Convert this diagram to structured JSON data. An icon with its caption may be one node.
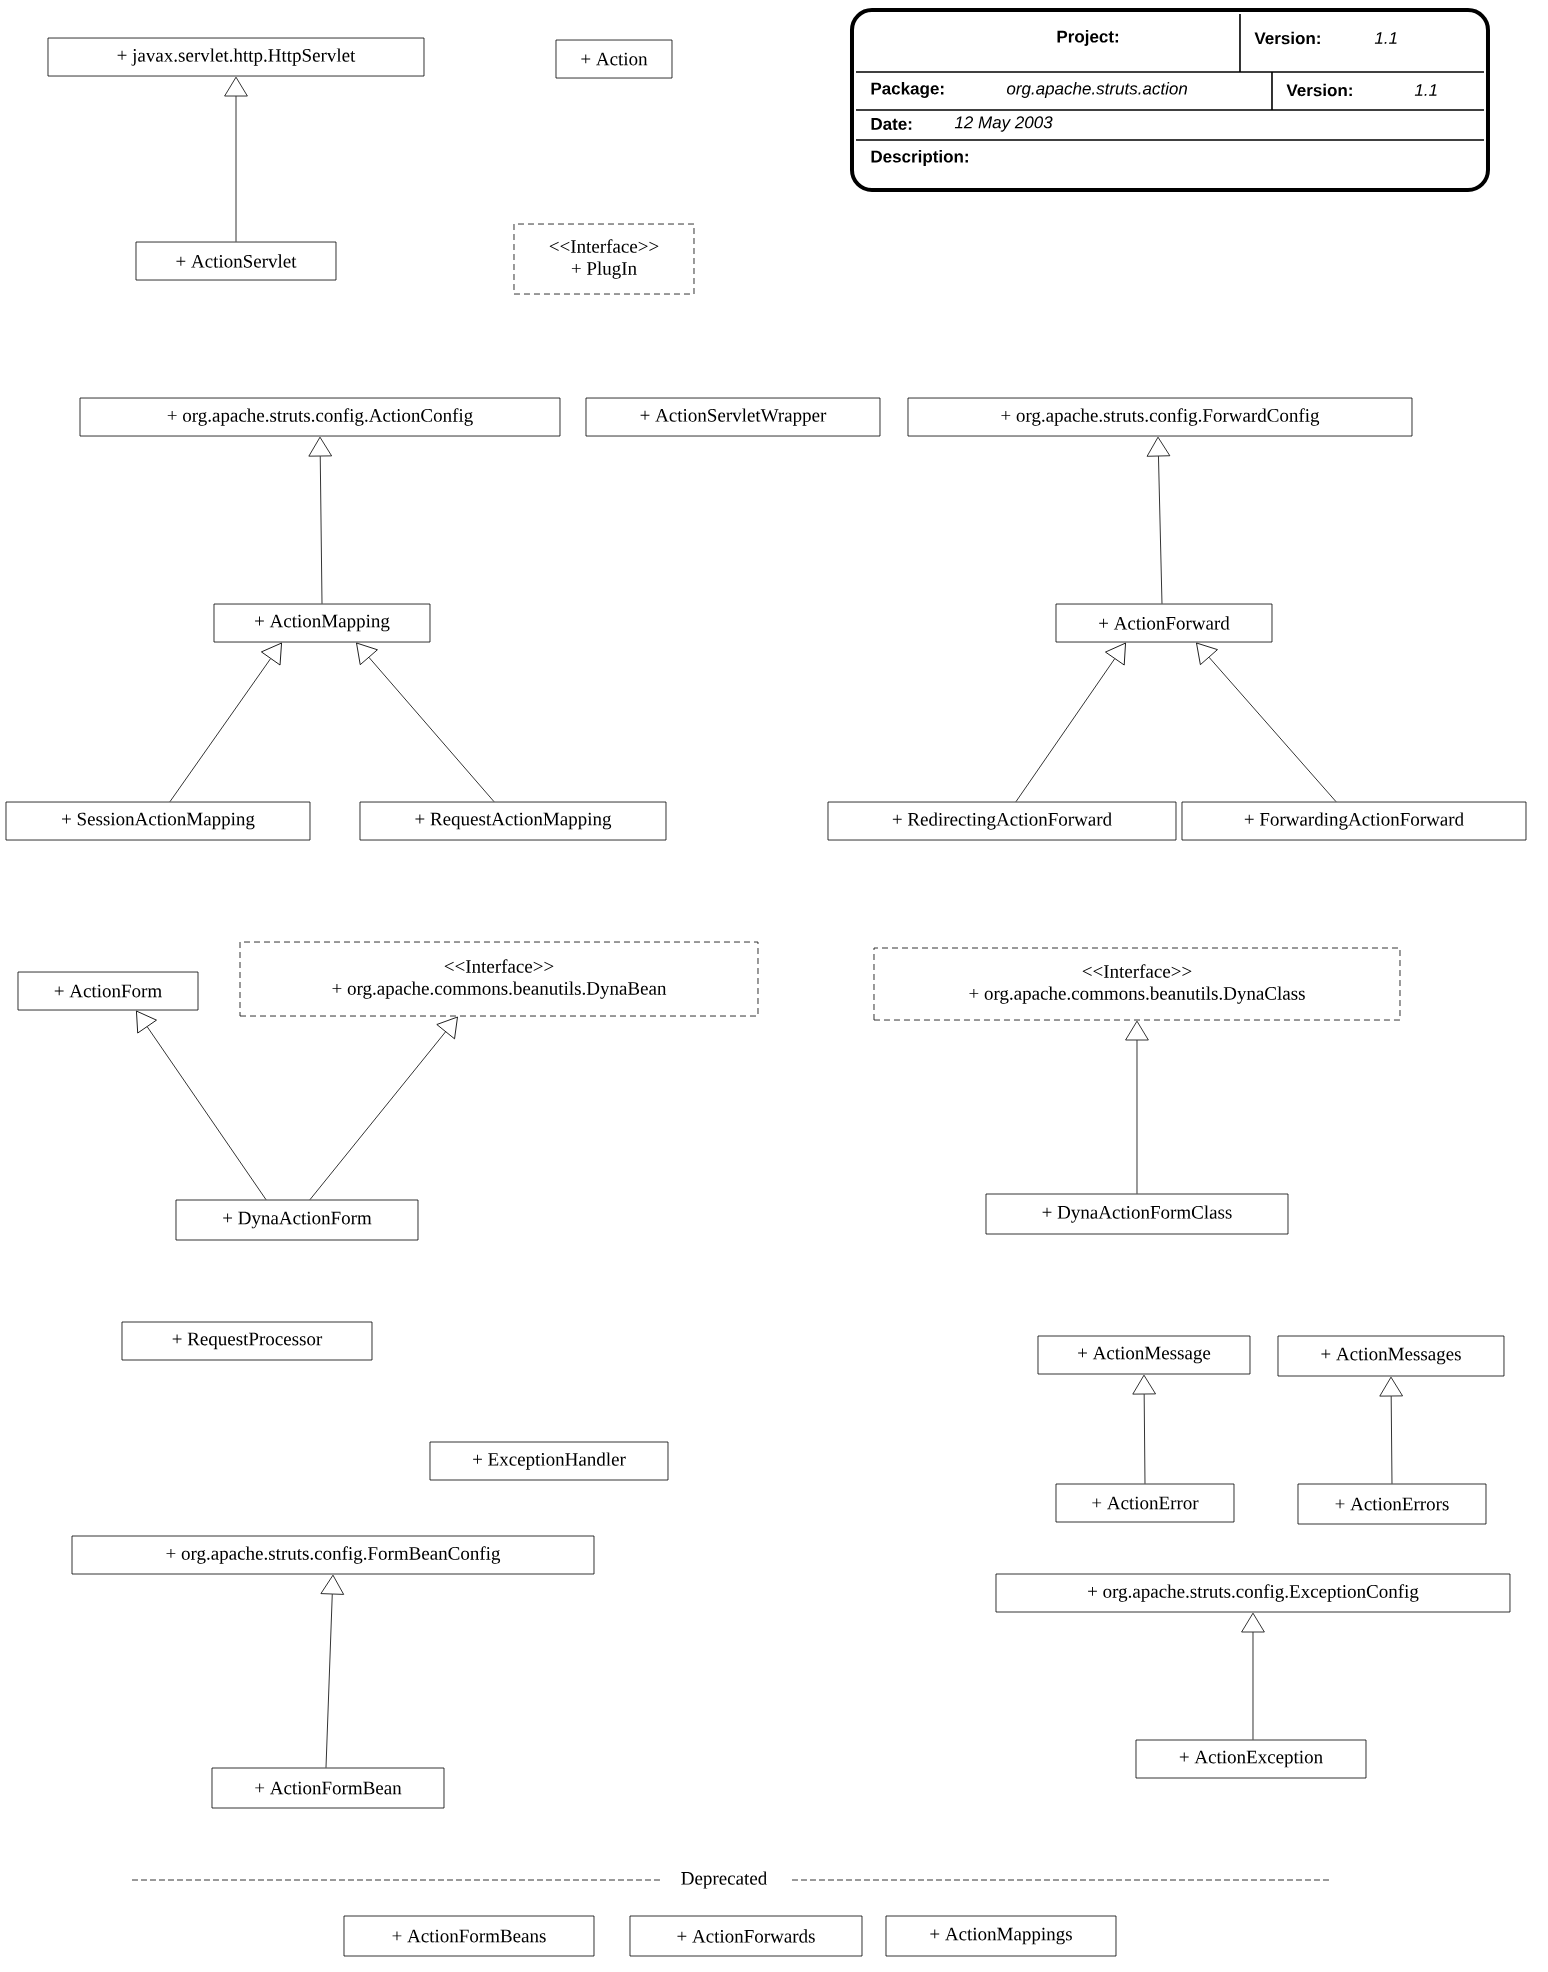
{
  "diagram": {
    "nodes": [
      {
        "text": [
          "+ javax.servlet.http.HttpServlet"
        ]
      },
      {
        "text": [
          "+ Action"
        ]
      },
      {
        "text": [
          "+ ActionServlet"
        ]
      },
      {
        "text": [
          "<<Interface>>",
          "+ PlugIn"
        ]
      },
      {
        "text": [
          "+ org.apache.struts.config.ActionConfig"
        ]
      },
      {
        "text": [
          "+ ActionServletWrapper"
        ]
      },
      {
        "text": [
          "+ org.apache.struts.config.ForwardConfig"
        ]
      },
      {
        "text": [
          "+ ActionMapping"
        ]
      },
      {
        "text": [
          "+ ActionForward"
        ]
      },
      {
        "text": [
          "+ SessionActionMapping"
        ]
      },
      {
        "text": [
          "+ RequestActionMapping"
        ]
      },
      {
        "text": [
          "+ RedirectingActionForward"
        ]
      },
      {
        "text": [
          "+ ForwardingActionForward"
        ]
      },
      {
        "text": [
          "+ ActionForm"
        ]
      },
      {
        "text": [
          "<<Interface>>",
          "+ org.apache.commons.beanutils.DynaBean"
        ]
      },
      {
        "text": [
          "<<Interface>>",
          "+ org.apache.commons.beanutils.DynaClass"
        ]
      },
      {
        "text": [
          "+ DynaActionForm"
        ]
      },
      {
        "text": [
          "+ DynaActionFormClass"
        ]
      },
      {
        "text": [
          "+ RequestProcessor"
        ]
      },
      {
        "text": [
          "+ ActionMessage"
        ]
      },
      {
        "text": [
          "+ ActionMessages"
        ]
      },
      {
        "text": [
          "+ ExceptionHandler"
        ]
      },
      {
        "text": [
          "+ ActionError"
        ]
      },
      {
        "text": [
          "+ ActionErrors"
        ]
      },
      {
        "text": [
          "+ org.apache.struts.config.FormBeanConfig"
        ]
      },
      {
        "text": [
          "+ org.apache.struts.config.ExceptionConfig"
        ]
      },
      {
        "text": [
          "+ ActionFormBean"
        ]
      },
      {
        "text": [
          "+ ActionException"
        ]
      },
      {
        "text": [
          "+ ActionFormBeans"
        ]
      },
      {
        "text": [
          "+ ActionForwards"
        ]
      },
      {
        "text": [
          "+ ActionMappings"
        ]
      }
    ],
    "edges": [
      {
        "from": 2,
        "to": 0,
        "arrow": "to"
      },
      {
        "from": 7,
        "to": 4,
        "arrow": "to"
      },
      {
        "from": 9,
        "to": 7,
        "arrow": "to"
      },
      {
        "from": 10,
        "to": 7,
        "arrow": "to"
      },
      {
        "from": 8,
        "to": 6,
        "arrow": "to"
      },
      {
        "from": 11,
        "to": 8,
        "arrow": "to"
      },
      {
        "from": 12,
        "to": 8,
        "arrow": "to"
      },
      {
        "from": 16,
        "to": 13,
        "arrow": "to"
      },
      {
        "from": 16,
        "to": 14,
        "arrow": "to"
      },
      {
        "from": 17,
        "to": 15,
        "arrow": "to"
      },
      {
        "from": 22,
        "to": 19,
        "arrow": "to"
      },
      {
        "from": 23,
        "to": 20,
        "arrow": "to"
      },
      {
        "from": 26,
        "to": 24,
        "arrow": "to"
      },
      {
        "from": 27,
        "to": 25,
        "arrow": "to"
      }
    ],
    "labels": [
      "Project:",
      "Version:",
      "1.1",
      "Package:",
      "org.apache.struts.action",
      "Version:",
      "1.1",
      "Date:",
      "12 May 2003",
      "Description:",
      "Deprecated"
    ]
  }
}
